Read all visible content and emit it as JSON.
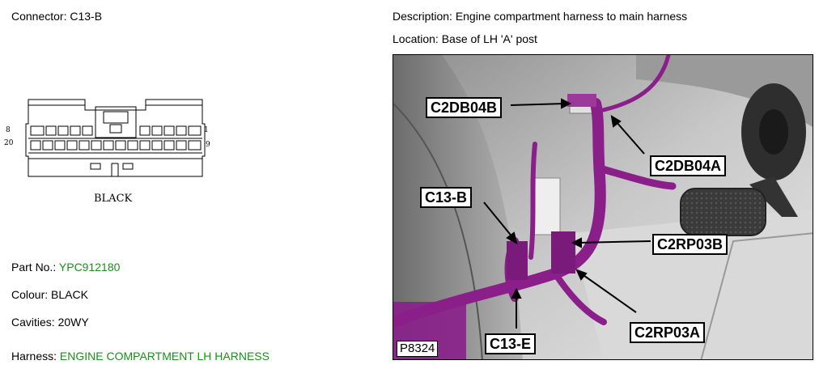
{
  "connector": {
    "label": "Connector:",
    "value": "C13-B"
  },
  "description": {
    "label": "Description:",
    "value": "Engine compartment harness to main harness"
  },
  "location": {
    "label": "Location:",
    "value": "Base of LH 'A' post"
  },
  "diagram": {
    "color_text": "BLACK",
    "pin_left_top": "8",
    "pin_left_bottom": "20",
    "pin_right_top": "1",
    "pin_right_bottom": "9"
  },
  "part_no": {
    "label": "Part No.:",
    "value": "YPC912180"
  },
  "colour": {
    "label": "Colour:",
    "value": "BLACK"
  },
  "cavities": {
    "label": "Cavities:",
    "value": "20WY"
  },
  "harness": {
    "label": "Harness:",
    "value": "ENGINE COMPARTMENT LH HARNESS"
  },
  "photo": {
    "figure_id": "P8324",
    "callouts": {
      "c2db04b": "C2DB04B",
      "c2db04a": "C2DB04A",
      "c13b": "C13-B",
      "c2rp03b": "C2RP03B",
      "c2rp03a": "C2RP03A",
      "c13e": "C13-E"
    }
  },
  "colors": {
    "highlight_green": "#1a8f1a",
    "harness_purple": "#8a1f8a"
  }
}
